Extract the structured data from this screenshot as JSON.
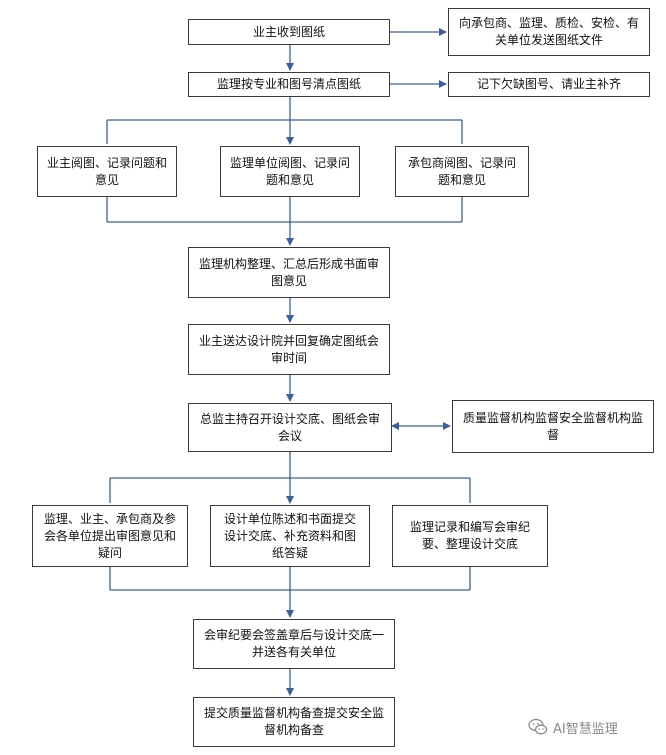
{
  "colors": {
    "line": "#3d5fa0",
    "border": "#3a3a3a",
    "text": "#111111"
  },
  "nodes": {
    "owner_receive": "业主收到图纸",
    "distribute": "向承包商、监理、质检、安检、有关单位发送图纸文件",
    "supervisor_check": "监理按专业和图号清点图纸",
    "record_missing": "记下欠缺图号、请业主补齐",
    "owner_review": "业主阅图、记录问题和意见",
    "supervisor_review": "监理单位阅图、记录问题和意见",
    "contractor_review": "承包商阅图、记录问题和意见",
    "compile_opinion": "监理机构整理、汇总后形成书面审图意见",
    "send_design": "业主送达设计院并回复确定图纸会审时间",
    "hold_meeting": "总监主持召开设计交底、图纸会审会议",
    "quality_supervision": "质量监督机构监督安全监督机构监督",
    "parties_raise": "监理、业主、承包商及参会各单位提出审图意见和疑问",
    "design_present": "设计单位陈述和书面提交设计交底、补充资料和图纸答疑",
    "record_minutes": "监理记录和编写会审纪要、整理设计交底",
    "sign_send": "会审纪要会签盖章后与设计交底一并送各有关单位",
    "submit_record": "提交质量监督机构备查提交安全监督机构备查"
  },
  "watermark": {
    "text": "AI智慧监理",
    "icon": "wechat-icon"
  }
}
